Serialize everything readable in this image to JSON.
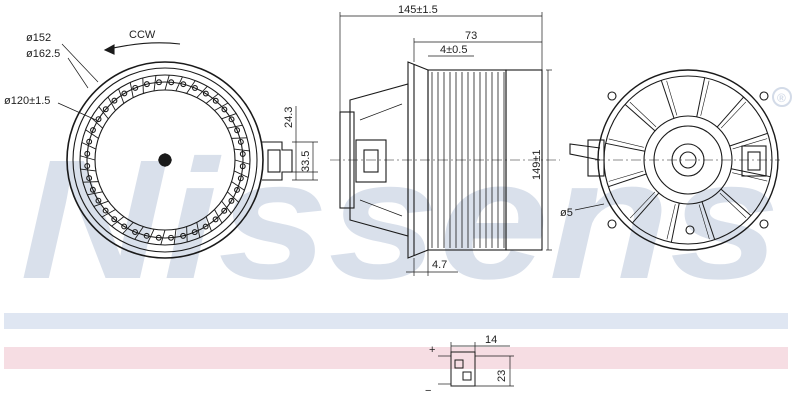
{
  "watermark": {
    "brand": "Nissens",
    "registered_mark": "®"
  },
  "colors": {
    "line": "#1a1a1a",
    "watermark": "#d3dbe8",
    "band_blue": "#dfe6f2",
    "band_pink": "#f6dde3"
  },
  "front_view": {
    "rotation_label": "CCW",
    "dim_outer_152": "ø152",
    "dim_outer_162_5": "ø162.5",
    "dim_inner_120": "ø120±1.5",
    "dim_connector_24_3": "24.3",
    "dim_connector_33_5": "33.5"
  },
  "side_view": {
    "dim_total_width": "145±1.5",
    "dim_wheel_width": "73",
    "dim_gap": "4±0.5",
    "dim_height": "149±1",
    "dim_bottom": "4.7"
  },
  "rear_view": {
    "dim_hole": "ø5"
  },
  "connector_detail": {
    "plus_sign": "+",
    "minus_sign": "−",
    "dim_width": "14",
    "dim_height": "23"
  }
}
